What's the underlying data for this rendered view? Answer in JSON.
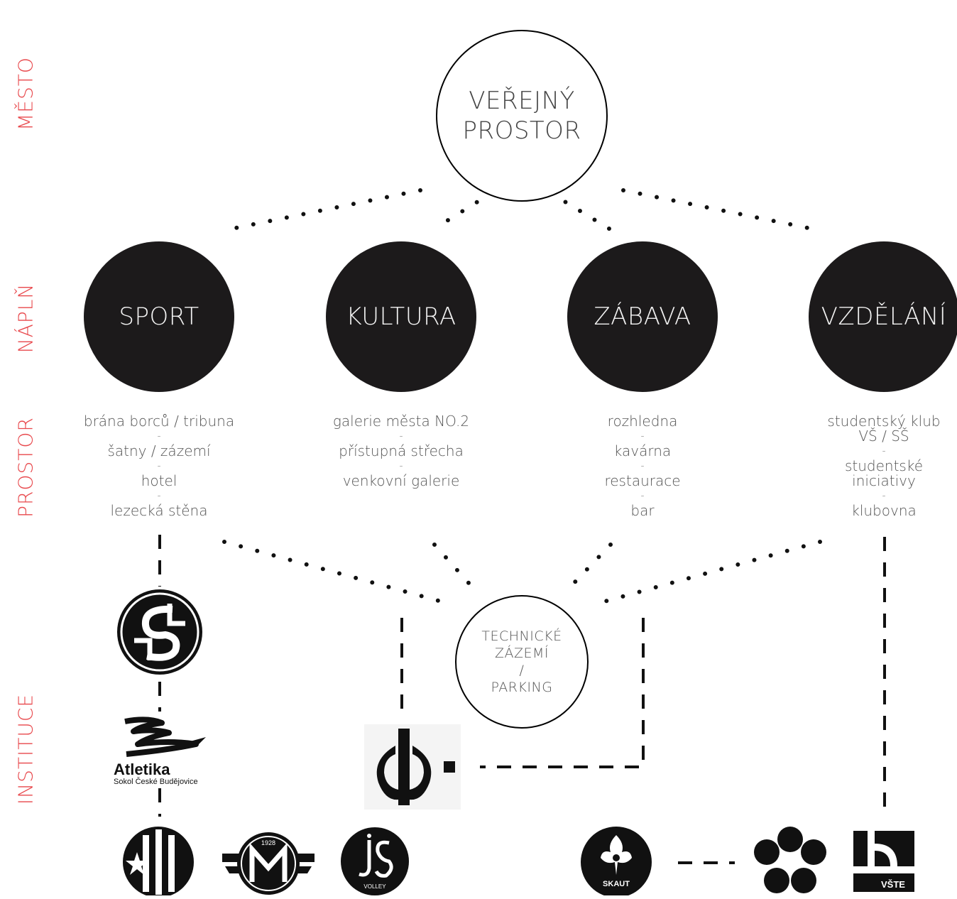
{
  "side_labels": {
    "mesto": "MĚSTO",
    "napln": "NÁPLŇ",
    "prostor": "PROSTOR",
    "instituce": "INSTITUCE"
  },
  "top_circle": {
    "line1": "VEŘEJNÝ",
    "line2": "PROSTOR"
  },
  "categories": {
    "sport": "SPORT",
    "kultura": "KULTURA",
    "zabava": "ZÁBAVA",
    "vzdelani": "VZDĚLÁNÍ"
  },
  "spaces": {
    "sport": [
      "brána borců / tribuna",
      "šatny / zázemí",
      "hotel",
      "lezecká stěna"
    ],
    "kultura": [
      "galerie města NO.2",
      "přístupná střecha",
      "venkovní galerie"
    ],
    "zabava": [
      "rozhledna",
      "kavárna",
      "restaurace",
      "bar"
    ],
    "vzdelani": [
      "studentský klub VŠ / SŠ",
      "studentské iniciativy",
      "klubovna"
    ]
  },
  "separator": "-",
  "technical_circle": {
    "line1": "TECHNICKÉ",
    "line2": "ZÁZEMÍ",
    "line3": "/",
    "line4": "PARKING"
  },
  "logos": {
    "atletika_title": "Atletika",
    "atletika_sub": "Sokol České Budějovice",
    "motor_year": "1928",
    "volley_text": "VOLLEY",
    "skaut_text": "SKAUT",
    "vste_text": "VŠTE"
  },
  "colors": {
    "accent": "#e8484c",
    "dark": "#1c1a1b"
  }
}
